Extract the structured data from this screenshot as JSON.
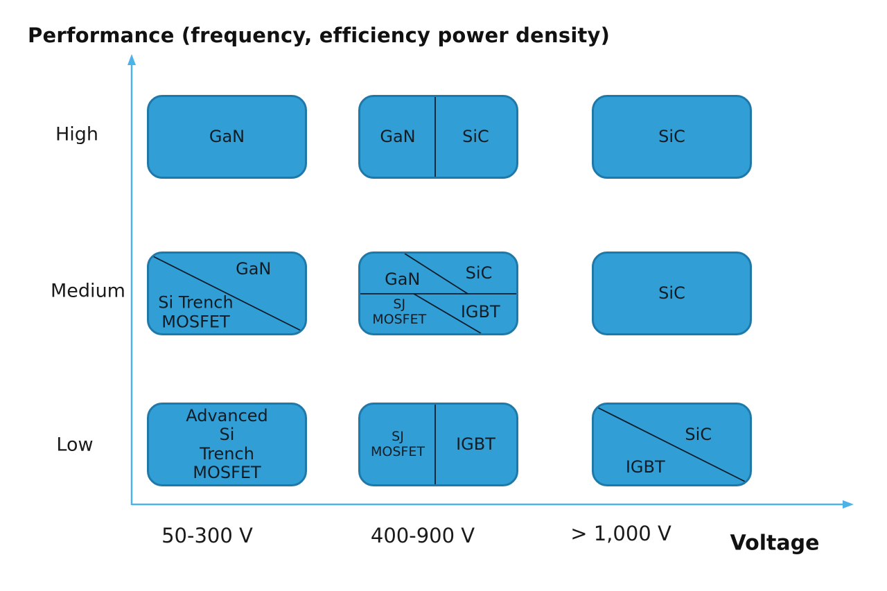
{
  "title": "Performance (frequency, efficiency power density)",
  "y_axis": {
    "labels": [
      "High",
      "Medium",
      "Low"
    ]
  },
  "x_axis": {
    "tick_labels": [
      "50-300 V",
      "400-900 V",
      "> 1,000 V"
    ],
    "title": "Voltage"
  },
  "colors": {
    "box_fill": "#319fd6",
    "box_border": "#1f79a8",
    "axis": "#4db2e8",
    "divider": "#0d1c2a",
    "text": "#131c24"
  },
  "cells": {
    "high_50_300": {
      "label": "GaN"
    },
    "high_400_900": {
      "left": "GaN",
      "right": "SiC"
    },
    "high_gt_1000": {
      "label": "SiC"
    },
    "medium_50_300": {
      "upper_right": "GaN",
      "lower_left": "Si Trench\nMOSFET"
    },
    "medium_400_900": {
      "top_left": "GaN",
      "top_right": "SiC",
      "bottom_left": "SJ\nMOSFET",
      "bottom_right": "IGBT"
    },
    "medium_gt_1000": {
      "label": "SiC"
    },
    "low_50_300": {
      "label": "Advanced Si\nTrench\nMOSFET"
    },
    "low_400_900": {
      "left": "SJ\nMOSFET",
      "right": "IGBT"
    },
    "low_gt_1000": {
      "upper_right": "SiC",
      "lower_left": "IGBT"
    }
  }
}
